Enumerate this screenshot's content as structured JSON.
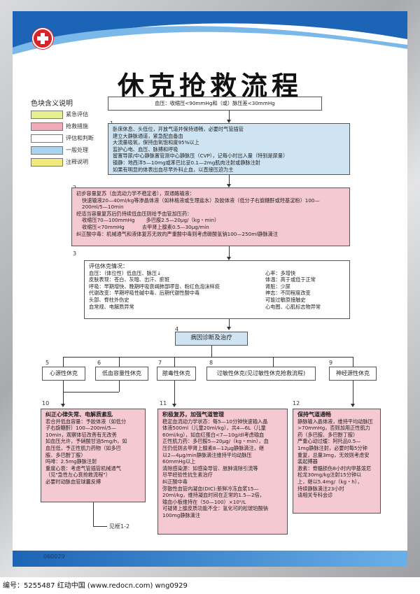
{
  "title": "休克抢救流程",
  "legend": {
    "title": "色块含义说明",
    "items": [
      {
        "label": "紧急评估",
        "color": "#e6ef8f"
      },
      {
        "label": "抢救措施",
        "color": "#f2a9b8"
      },
      {
        "label": "评估和判断",
        "color": "#ffffff"
      },
      {
        "label": "一般处理",
        "color": "#a9d3ee"
      },
      {
        "label": "注释说明",
        "color": "#f2ea7c"
      }
    ]
  },
  "top_box": "血压：收缩压<90mmHg和（或）脉压差<30mmHg",
  "box1": {
    "num": "1",
    "lines": [
      "卧床休息、头低位，开放气道并保持通畅，必要时气管插管",
      "建立大静脉通道，紧急配血备血",
      "大流量吸氧，保持血氧饱和度95%以上",
      "监护心电、血压、脉搏和呼吸",
      "留置导尿/中心静脉置管测中心静脉压（CVP），记每小时出入量（特别是尿量）",
      "镇静：地西泮5—10mg或苯巴比妥0.1—2mg肌肉注射或静脉注射",
      "如果有明显的体表出血尽早外科止血，以直接压迫为主"
    ]
  },
  "box2": {
    "num": "2",
    "lines": [
      "初步容量复苏（血流动力学不稳定者），双通路输液：",
      "快速输液20—40ml/kg等渗晶体液（如林格液或生理盐水）及胶体液（低分子右旋糖酐或羟基淀粉）100—",
      "200ml/5—10min",
      "经适当容量复苏后仍持续低血压则给予血管加压药：",
      "收缩压70—100mmHg       多巴胺2.5—20μg/（kg・min）",
      "收缩压<70mmHg           去甲肾上腺素0.5—30μg/min",
      "纠正酸中毒：机械通气和液体复苏无效的严重酸中毒则考虑碳酸氢钠100—250ml静脉滴注"
    ]
  },
  "box3": {
    "num": "3",
    "heading": "评估休克情况：",
    "left": [
      "血压：（体位性）低血压、脉压↓",
      "皮肤表现：苍白、灰暗、出汗、瘀斑",
      "呼吸：早期增快、晚期呼吸衰竭肺部啰音、粉红色泡沫样痰",
      "代谢改变：早期呼吸性碱中毒、后期代谢性酸中毒",
      "头部、脊柱外伤史",
      "血常规、电解质异常"
    ],
    "right": [
      "心率：多增快",
      "体温：高于或低于正常",
      "肾脏：少尿",
      "神志：不同程度改变",
      "可能过敏原接触史",
      "心电图、心肌标志物异常"
    ]
  },
  "box4": {
    "num": "4",
    "label": "病因诊断及治疗"
  },
  "types": [
    {
      "num": "5",
      "label": "心源性休克"
    },
    {
      "num": "6",
      "label": "低血容量性休克"
    },
    {
      "num": "7",
      "label": "脓毒性休克"
    },
    {
      "num": "8",
      "label": "过敏性休克(见过敏性休克抢救流程)"
    },
    {
      "num": "9",
      "label": "神经源性休克"
    }
  ],
  "box10": {
    "num": "10",
    "heading": "纠正心律失常、电解质紊乱",
    "lines": [
      "若合并低血容量：予胶体液（如低分",
      "子右旋糖酐）100—200ml/5—",
      "10min，观察体征改善有无改善",
      "如血压允许，予硝酸甘油5mg/h，如",
      "血压低，予正性肌力药物（如多巴",
      "胺、多巴酚丁胺）",
      "吗啡：2.5mg静脉注射",
      "重度心衰：考虑气管插管机械通气",
      "（见\"急性左心衰抢救流程\"）",
      "必要时动脉血管球囊反搏"
    ]
  },
  "box11": {
    "num": "11",
    "heading": "积极复苏，加强气道管理",
    "lines": [
      "稳定血流动力学状态：每5—10分钟快速输入晶",
      "体液500ml（儿童20ml/kg），共4—6L（儿童",
      "60ml/kg），如血红蛋白<7—10g/dl考虑输血",
      "正性肌力药：多巴胺5—20μg/（kg・min），血",
      "压仍低则去甲肾上腺素8—12μg静脉滴注，继",
      "以2—4μg/min静脉滴注维持平均动脉压",
      "60mmHg以上",
      "清除感染源：如感染导管、脓肿清除引流等",
      "尽早经验性抗生素治疗",
      "纠正酸中毒",
      "弥散性血管内凝血(DIC):新鲜冷冻血浆15—",
      "20ml/kg，维持凝血时间在正常的1.5—2倍，",
      "输血小板维持在（50—100）×10⁹/L",
      "可疑肾上腺皮质功能不全：氢化可的松琥珀酸钠",
      "100mg静脉滴注"
    ]
  },
  "box12": {
    "num": "12",
    "heading": "保持气道通畅",
    "lines": [
      "静脉输入晶体液，维持平均动脉压",
      ">70mmHg，否则加用正性肌力",
      "药（多巴胺、多巴酚丁胺）",
      "严重心动过缓：阿托品0.5—",
      "1mg静脉注射，必要时每5分钟",
      "重复，总量3mg，无效则考虑安",
      "装起搏器",
      "激素：脊髓损伤8小时内甲基泼尼",
      "松龙30mg/kg注射15分钟以",
      "上，继以5.4mg/（kg・h），",
      "持续静脉滴注23小时",
      "请相关专科会诊"
    ]
  },
  "see_ref": "见框1-2",
  "footer_code": "060029",
  "watermark": "编号：5255487    红动中国 (www.redocn.com)    wng0929"
}
